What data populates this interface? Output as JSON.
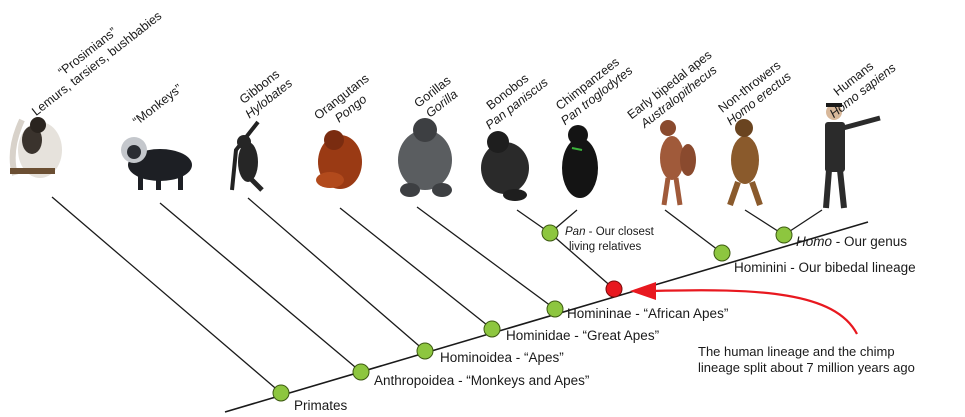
{
  "taxa": [
    {
      "id": "prosimians",
      "lines": [
        "“Prosimians”",
        "Lemurs, tarsiers, bushbabies"
      ]
    },
    {
      "id": "monkeys",
      "lines": [
        "“Monkeys”"
      ]
    },
    {
      "id": "gibbons",
      "lines": [
        "Gibbons",
        "Hylobates"
      ],
      "italic_line": 1
    },
    {
      "id": "orangutans",
      "lines": [
        "Orangutans",
        "Pongo"
      ],
      "italic_line": 1
    },
    {
      "id": "gorillas",
      "lines": [
        "Gorillas",
        "Gorilla"
      ],
      "italic_line": 1
    },
    {
      "id": "bonobos",
      "lines": [
        "Bonobos",
        "Pan paniscus"
      ],
      "italic_line": 1
    },
    {
      "id": "chimpanzees",
      "lines": [
        "Chimpanzees",
        "Pan troglodytes"
      ],
      "italic_line": 1
    },
    {
      "id": "early-bipedal",
      "lines": [
        "Early bipedal apes",
        "Australopithecus"
      ],
      "italic_line": 1
    },
    {
      "id": "non-throwers",
      "lines": [
        "Non-throwers",
        "Homo erectus"
      ],
      "italic_line": 1
    },
    {
      "id": "humans",
      "lines": [
        "Humans",
        "Homo sapiens"
      ],
      "italic_line": 1
    }
  ],
  "nodes": {
    "primates": "Primates",
    "anthropoidea": "Anthropoidea - “Monkeys and Apes”",
    "hominoidea": "Hominoidea -  “Apes”",
    "hominidae": "Hominidae - “Great Apes”",
    "homininae": "Homininae - “African Apes”",
    "hominini": "Hominini - Our bibedal lineage",
    "homo_italic": "Homo",
    "homo_rest": " - Our genus",
    "pan_italic": "Pan",
    "pan_rest": " - Our closest",
    "pan_line2": "living relatives"
  },
  "annotation": {
    "line1": "The human lineage and the chimp",
    "line2": "lineage split about 7 million years ago"
  },
  "colors": {
    "node_green": "#8dc63f",
    "split_red": "#e8181f",
    "line": "#1a1a1a",
    "arrow": "#e8181f"
  },
  "animal_icons": [
    "lemur-icon",
    "monkey-icon",
    "gibbon-icon",
    "orangutan-icon",
    "gorilla-icon",
    "bonobo-icon",
    "chimpanzee-icon",
    "australopithecus-icon",
    "homo-erectus-icon",
    "human-icon"
  ]
}
